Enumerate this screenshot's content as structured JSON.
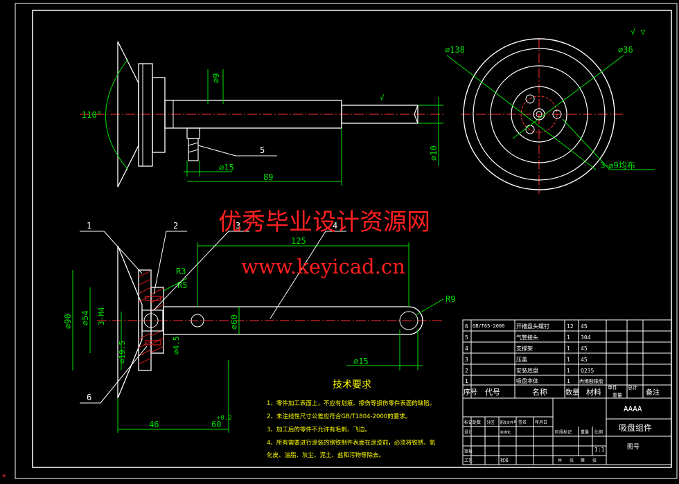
{
  "watermark": {
    "line1": "优秀毕业设计资源网",
    "line2": "www.keyicad.cn",
    "color": "#ff2020"
  },
  "colors": {
    "background": "#000000",
    "outline": "#ffffff",
    "centerline": "#ff3030",
    "dimension": "#00e000",
    "leader": "#ffffff",
    "text_yellow": "#ffff00",
    "hatch": "#ff0000"
  },
  "top_view": {
    "dim_phi9": "⌀9",
    "dim_phi10": "⌀10",
    "dim_phi15": "⌀15",
    "dim_89": "89",
    "angle_110": "110°",
    "balloon_5": "5"
  },
  "circle_view": {
    "dim_phi138": "⌀138",
    "dim_phi36": "⌀36",
    "holes_note": "3-⌀9均布"
  },
  "section_view": {
    "balloons": [
      "1",
      "2",
      "3",
      "4",
      "6"
    ],
    "dim_125": "125",
    "dim_R3": "R3",
    "dim_R5": "R5",
    "dim_R9": "R9",
    "dim_phi90": "⌀90",
    "dim_phi54": "⌀54",
    "dim_3M4": "3-M4",
    "dim_phi19_5": "⌀19.5",
    "dim_phi4_5": "⌀4.5",
    "dim_phi60": "⌀60",
    "dim_phi15": "⌀15",
    "dim_46": "46",
    "dim_60": "60",
    "dim_tol": "+0.2"
  },
  "tech_req": {
    "title": "技术要求",
    "items": [
      "1、零件加工表面上，不应有划痕、擦伤等损伤零件表面的缺陷。",
      "2、未注线性尺寸公差应符合GB/T1804-2000的要求。",
      "3、加工后的零件不允许有毛刺、飞边。",
      "4、所有需要进行涂装的钢铁制件表面在涂漆前，必须将铁锈、氧",
      "化皮、油脂、灰尘、泥土、盐和污物等除去。"
    ]
  },
  "bom": {
    "rows": [
      {
        "no": "6",
        "code": "GB/T65-2000",
        "name": "开槽盘头螺钉",
        "qty": "12",
        "mat": "45"
      },
      {
        "no": "5",
        "code": "",
        "name": "气管接头",
        "qty": "1",
        "mat": "304"
      },
      {
        "no": "4",
        "code": "",
        "name": "支撑架",
        "qty": "1",
        "mat": "45"
      },
      {
        "no": "3",
        "code": "",
        "name": "压盖",
        "qty": "1",
        "mat": "45"
      },
      {
        "no": "2",
        "code": "",
        "name": "安装底盘",
        "qty": "1",
        "mat": "Q235"
      },
      {
        "no": "1",
        "code": "",
        "name": "吸盘本体",
        "qty": "1",
        "mat": "丙烯酸橡胶"
      }
    ],
    "header": {
      "no": "序号",
      "code": "代号",
      "name": "名称",
      "qty": "数量",
      "mat": "材料",
      "unit": "单件",
      "total": "总计",
      "weight": "重量",
      "remark": "备注"
    }
  },
  "title_block": {
    "code": "AAAA",
    "title": "吸盘组件",
    "drawing_no": "图号",
    "scale": "1:1",
    "labels": [
      "标记",
      "处数",
      "分区",
      "更改文件号",
      "签名",
      "年月日",
      "设计",
      "标准化",
      "阶段标记",
      "重量",
      "比例",
      "审核",
      "工艺",
      "批准",
      "共",
      "张",
      "第",
      "张"
    ]
  }
}
